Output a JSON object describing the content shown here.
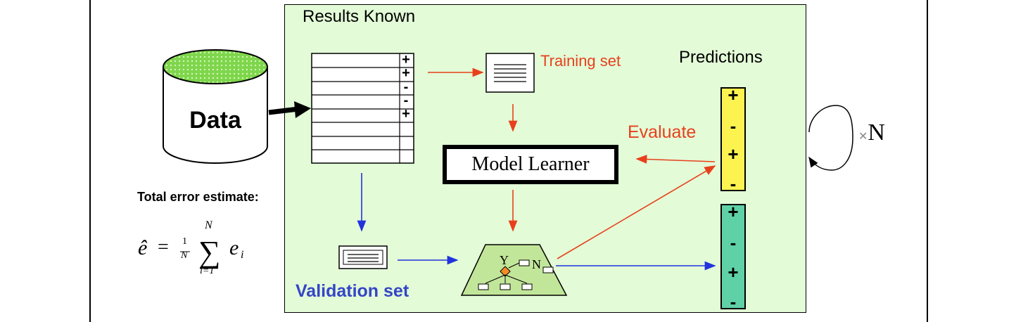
{
  "diagram": {
    "results_title": "Results Known",
    "training_label": "Training set",
    "predictions_title": "Predictions",
    "evaluate_label": "Evaluate",
    "model_learner_label": "Model Learner",
    "validation_label": "Validation set",
    "data_label": "Data",
    "total_error_label": "Total error estimate:",
    "repeat_label": "N",
    "table_signs": [
      "+",
      "+",
      "-",
      "-",
      "+"
    ],
    "yellow_bar_signs": [
      "+",
      "-",
      "+",
      "-"
    ],
    "teal_bar_signs": [
      "+",
      "-",
      "+",
      "-"
    ],
    "tree": {
      "yes": "Y",
      "no": "N"
    },
    "formula": {
      "lhs": "ê",
      "eq": "=",
      "frac_num": "1",
      "frac_den": "N",
      "upper": "N",
      "lower": "i=1",
      "term": "e",
      "sub": "i"
    },
    "colors": {
      "panel": "#e3fbd7",
      "red": "#e8401c",
      "blue": "#2233dd",
      "yellow": "#fcf350",
      "teal": "#5fd1a6",
      "data_top": "#7ed64a"
    }
  }
}
